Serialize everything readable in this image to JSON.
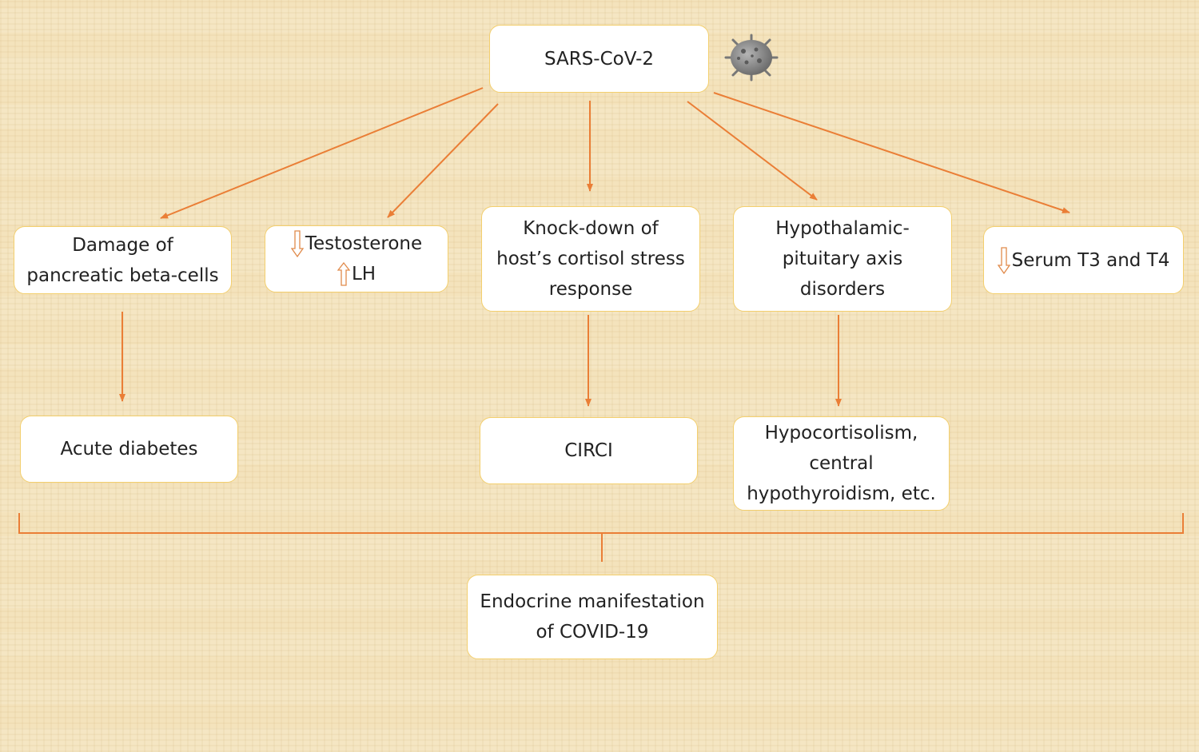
{
  "colors": {
    "background": "#f4e3bc",
    "box_fill": "#ffffff",
    "box_border": "#f3cf6e",
    "arrow": "#ea7e36"
  },
  "root": {
    "label": "SARS-CoV-2",
    "icon": "virus-icon"
  },
  "level1": {
    "pancreas": {
      "line1": "Damage of",
      "line2": "pancreatic beta-cells"
    },
    "gonadal": {
      "line1": "Testosterone",
      "line2": "LH",
      "arrow1": "down-arrow-icon",
      "arrow2": "up-arrow-icon"
    },
    "cortisol": {
      "line1": "Knock-down of",
      "line2": "host’s cortisol stress",
      "line3": "response"
    },
    "hpa": {
      "line1": "Hypothalamic-",
      "line2": "pituitary axis",
      "line3": "disorders"
    },
    "thyroid": {
      "line1": "Serum T3 and T4",
      "arrow1": "down-arrow-icon"
    }
  },
  "level2": {
    "diabetes": {
      "label": "Acute diabetes"
    },
    "circi": {
      "label": "CIRCI"
    },
    "hypocortisolism": {
      "line1": "Hypocortisolism,",
      "line2": "central",
      "line3": "hypothyroidism, etc."
    }
  },
  "outcome": {
    "line1": "Endocrine manifestation",
    "line2": "of COVID-19"
  }
}
